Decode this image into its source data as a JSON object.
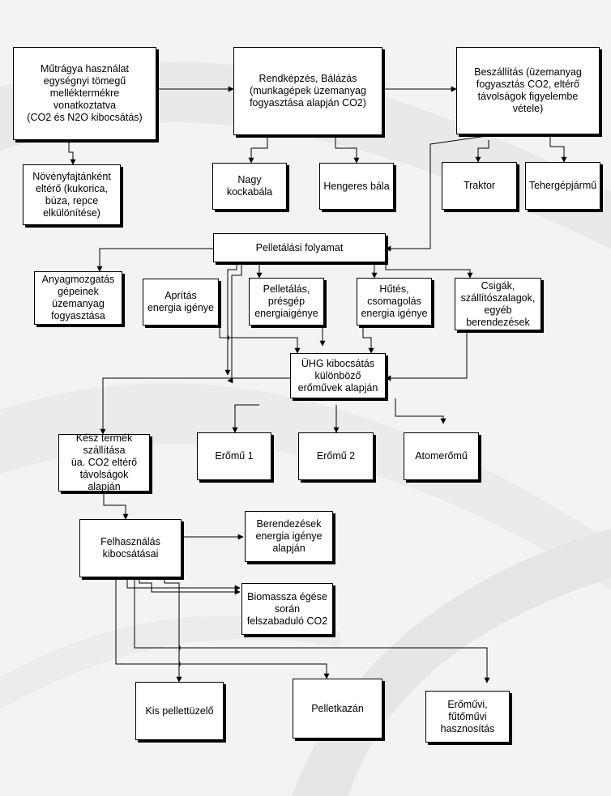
{
  "diagram": {
    "nodes": {
      "mutragya": "Műtrágya használat\negységnyi tömegű\nmelléktermékre\nvonatkoztatva\n(CO2 és N2O kibocsátás)",
      "rendkepzes": "Rendképzés, Bálázás\n(munkagépek üzemanyag\nfogyasztása alapján CO2)",
      "beszallitas": "Beszállítás (üzemanyag\nfogyasztás CO2, eltérő\ntávolságok figyelembe\nvétele)",
      "novenyfajtankent": "Növényfajtánként\neltérő (kukorica,\nbúza, repce\nelkülönítése)",
      "nagy_kockabala": "Nagy\nkockabála",
      "hengeres_bala": "Hengeres bála",
      "traktor": "Traktor",
      "tehergepjarmu": "Tehergépjármű",
      "pelletalasi_folyamat": "Pelletálási folyamat",
      "anyagmozgatas": "Anyagmozgatás\ngépeinek\nüzemanyag\nfogyasztása",
      "apritas": "Aprítás\nenergia igénye",
      "pelletalas": "Pelletálás,\nprésgép\nenergiaigénye",
      "hutes": "Hűtés,\ncsomagolás\nenergia igénye",
      "csigak": "Csigák,\nszállítószalagok,\negyéb\nberendezések",
      "uhg": "ÜHG kibocsátás\nkülönböző\nerőművek alapján",
      "kesz_termek": "Kész termék\nszállítása\nüa. CO2 eltérő\ntávolságok alapján",
      "eromu1": "Erőmű 1",
      "eromu2": "Erőmű 2",
      "atomeromu": "Atomerőmű",
      "felhasznalas": "Felhasználás\nkibocsátásai",
      "berendezesek": "Berendezések\nenergia igénye\nalapján",
      "biomassza": "Biomassza égése\nsorán\nfelszabaduló CO2",
      "kis_pellettuzelo": "Kis pellettüzelő",
      "pelletkazan": "Pelletkazán",
      "eromuvi": "Erőművi,\nfűtőművi\nhasznosítás"
    }
  }
}
